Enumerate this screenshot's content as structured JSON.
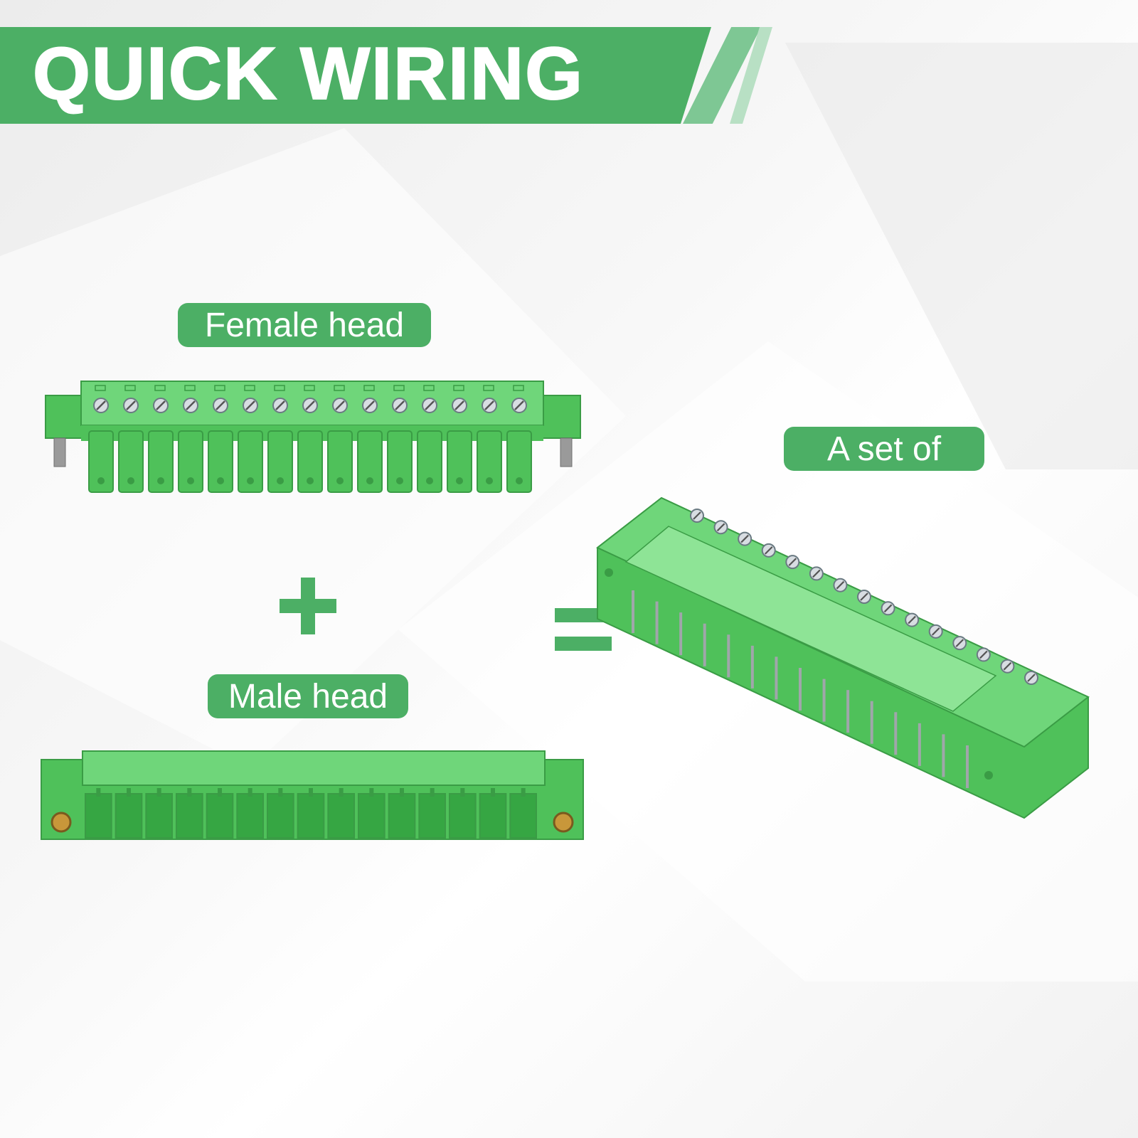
{
  "banner": {
    "title": "QUICK WIRING"
  },
  "labels": {
    "female": "Female head",
    "male": "Male head",
    "set": "A set of"
  },
  "operators": {
    "plus": "+",
    "equals": "="
  },
  "colors": {
    "brand_green": "#4caf65",
    "part_green": "#4fc15a",
    "background": "#f6f6f6"
  },
  "female_connector": {
    "pins": 15
  },
  "male_connector": {
    "pins": 15
  },
  "assembled_connector": {
    "pins": 15
  }
}
